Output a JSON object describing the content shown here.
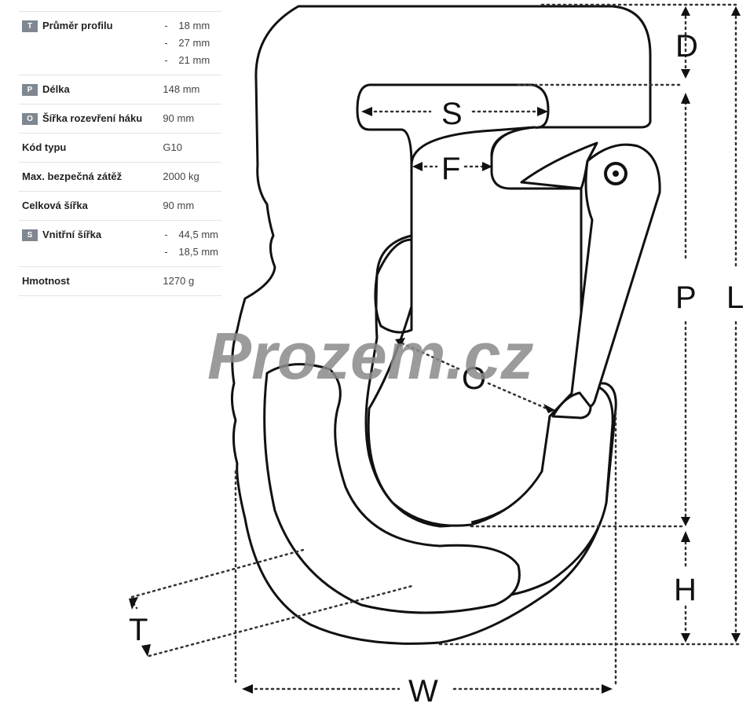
{
  "specs": [
    {
      "badge": "T",
      "label": "Průměr profilu",
      "values": [
        "18 mm",
        "27 mm",
        "21 mm"
      ]
    },
    {
      "badge": "P",
      "label": "Délka",
      "values": [
        "148 mm"
      ]
    },
    {
      "badge": "O",
      "label": "Šířka rozevření háku",
      "values": [
        "90 mm"
      ]
    },
    {
      "badge": "",
      "label": "Kód typu",
      "values": [
        "G10"
      ]
    },
    {
      "badge": "",
      "label": "Max. bezpečná zátěž",
      "values": [
        "2000 kg"
      ]
    },
    {
      "badge": "",
      "label": "Celková šířka",
      "values": [
        "90 mm"
      ]
    },
    {
      "badge": "S",
      "label": "Vnitřní šířka",
      "values": [
        "44,5 mm",
        "18,5 mm"
      ]
    },
    {
      "badge": "",
      "label": "Hmotnost",
      "values": [
        "1270 g"
      ]
    }
  ],
  "value_dash": "-",
  "diagram": {
    "letters": {
      "D": "D",
      "S": "S",
      "F": "F",
      "O": "O",
      "P": "P",
      "L": "L",
      "H": "H",
      "T": "T",
      "W": "W"
    },
    "watermark": "Prozem.cz"
  },
  "colors": {
    "badge": "#7f8790",
    "outline": "#111111",
    "watermark": "#8a8a8a"
  }
}
